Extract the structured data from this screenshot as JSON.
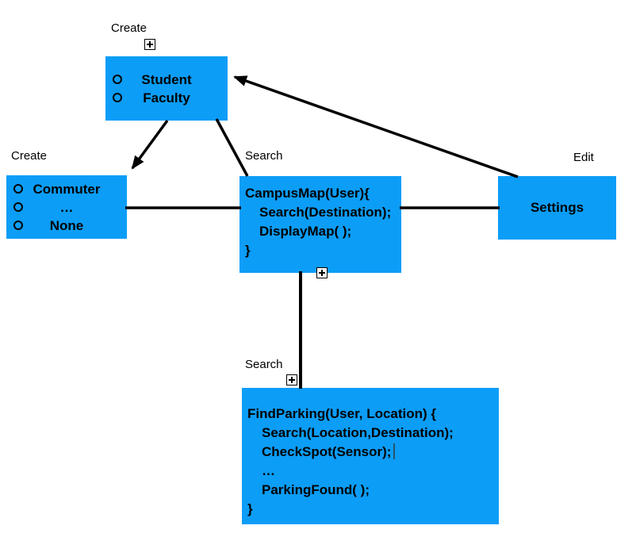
{
  "colors": {
    "node_fill": "#0C9DF7",
    "connector": "#000000",
    "text": "#000000",
    "canvas_background": "#FFFFFF"
  },
  "nodes": {
    "student_faculty": {
      "action_label": "Create",
      "items": [
        "Student",
        "Faculty"
      ]
    },
    "commuter": {
      "action_label": "Create",
      "items": [
        "Commuter",
        "…",
        "None"
      ]
    },
    "campus_map": {
      "action_label": "Search",
      "code_lines": [
        "CampusMap(User){",
        "Search(Destination);",
        "DisplayMap( );",
        "}"
      ]
    },
    "settings": {
      "action_label": "Edit",
      "title": "Settings"
    },
    "find_parking": {
      "action_label": "Search",
      "code_lines": [
        "FindParking(User, Location) {",
        "Search(Location,Destination);",
        "CheckSpot(Sensor);",
        "…",
        "ParkingFound( );",
        "}"
      ]
    }
  }
}
